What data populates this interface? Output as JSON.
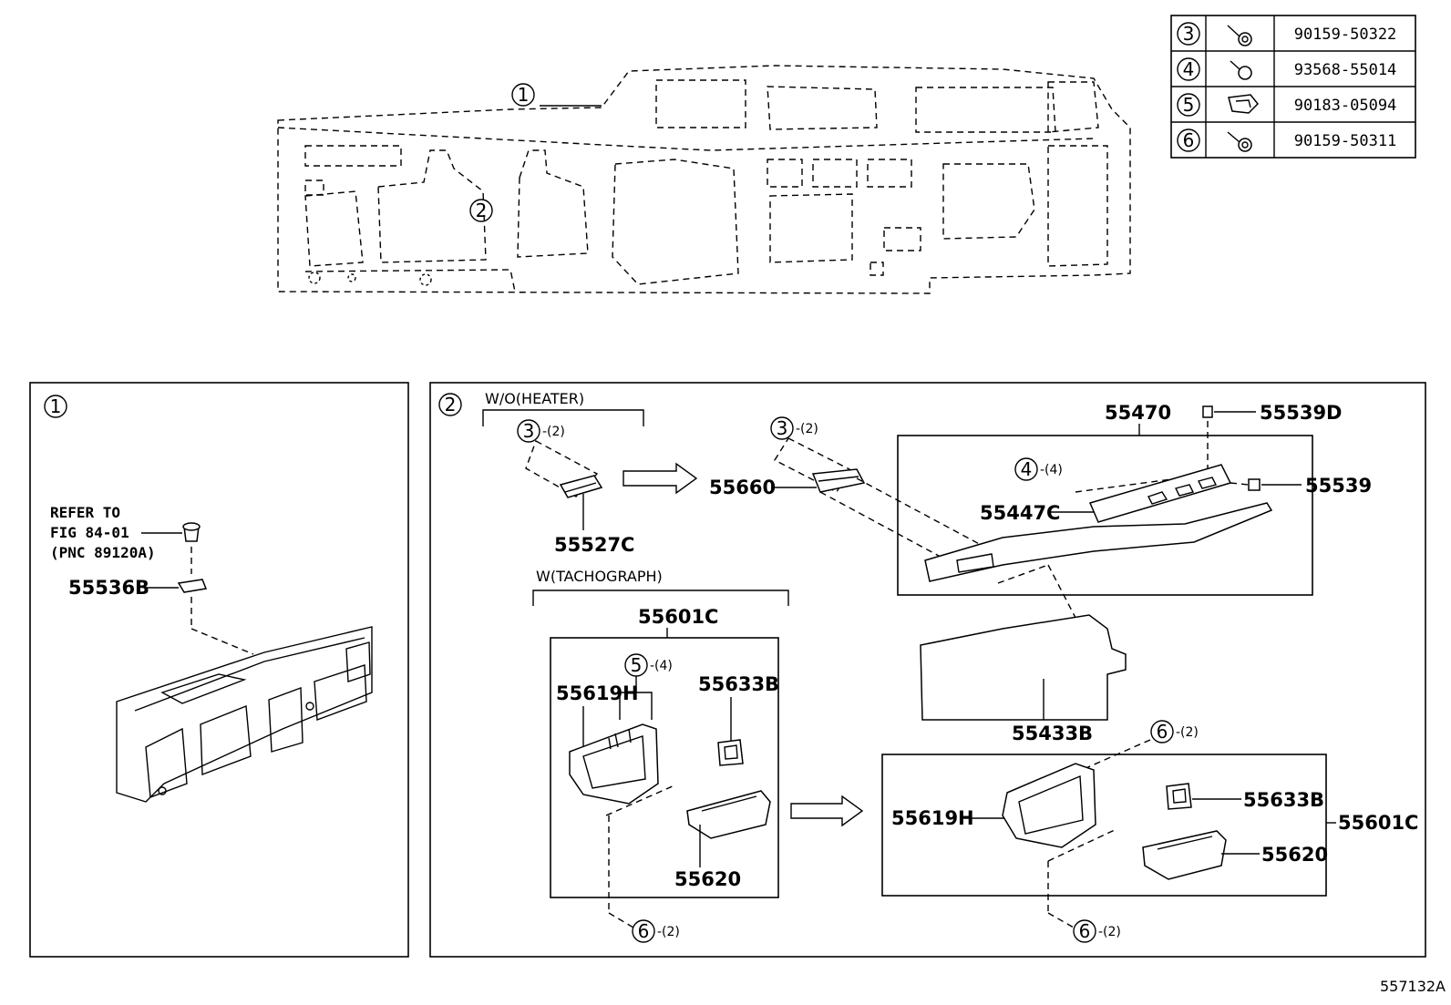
{
  "diagram_id": "557132A",
  "fastener_table": [
    {
      "ref": "3",
      "part_no": "90159-50322",
      "icon": "screw-icon"
    },
    {
      "ref": "4",
      "part_no": "93568-55014",
      "icon": "screw-icon"
    },
    {
      "ref": "5",
      "part_no": "90183-05094",
      "icon": "clip-nut-icon"
    },
    {
      "ref": "6",
      "part_no": "90159-50311",
      "icon": "screw-icon"
    }
  ],
  "overview": {
    "callout1": "1",
    "callout2": "2"
  },
  "panel1": {
    "number": "1",
    "refer_line1": "REFER TO",
    "refer_line2": "FIG 84-01",
    "refer_line3": "(PNC 89120A)",
    "part": "55536B"
  },
  "panel2": {
    "number": "2",
    "group_heater": "W/O(HEATER)",
    "group_tacho": "W(TACHOGRAPH)",
    "call_3a": "3",
    "qty_3a": "-(2)",
    "call_3b": "3",
    "qty_3b": "-(2)",
    "call_4": "4",
    "qty_4": "-(4)",
    "call_5": "5",
    "qty_5": "-(4)",
    "call_6a": "6",
    "qty_6a": "-(2)",
    "call_6b": "6",
    "qty_6b": "-(2)",
    "call_6c": "6",
    "qty_6c": "-(2)",
    "parts": {
      "p55527C": "55527C",
      "p55660": "55660",
      "p55470": "55470",
      "p55539D": "55539D",
      "p55539": "55539",
      "p55447C": "55447C",
      "p55433B": "55433B",
      "p55601C_a": "55601C",
      "p55619H_a": "55619H",
      "p55633B_a": "55633B",
      "p55620_a": "55620",
      "p55601C_b": "55601C",
      "p55619H_b": "55619H",
      "p55633B_b": "55633B",
      "p55620_b": "55620"
    }
  }
}
